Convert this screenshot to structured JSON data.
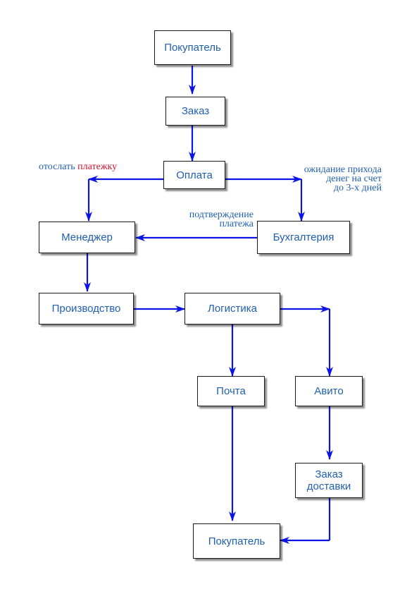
{
  "colors": {
    "edge": "#0a14e6",
    "node_text": "#1f5fb0",
    "accent_text": "#d4142a"
  },
  "nodes": {
    "buyer_top": "Покупатель",
    "order": "Заказ",
    "payment": "Оплата",
    "manager": "Менеджер",
    "accounting": "Бухгалтерия",
    "production": "Производство",
    "logistics": "Логистика",
    "post": "Почта",
    "avito": "Авито",
    "delivery_order": "Заказ доставки",
    "buyer_bottom": "Покупатель"
  },
  "edge_labels": {
    "send_payment_prefix": "отослать",
    "send_payment_accent": "платежку",
    "await_line1": "ожидание прихода",
    "await_line2": "денег на счет",
    "await_line3": "до 3-х дней",
    "confirm_line1": "подтверждение",
    "confirm_line2": "платежа"
  }
}
